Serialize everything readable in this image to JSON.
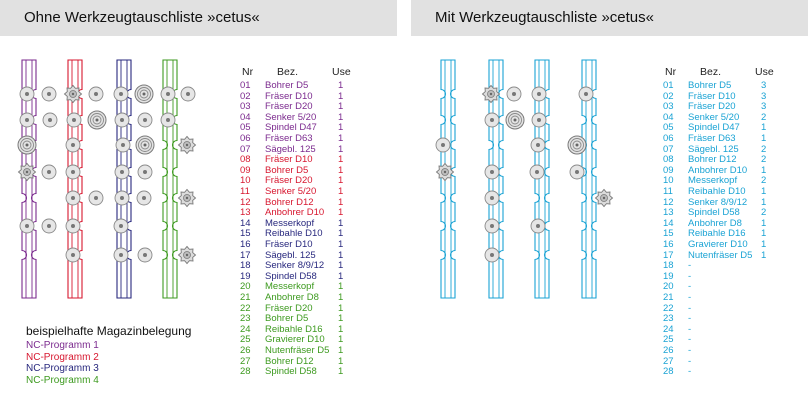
{
  "colors": {
    "purple": "#7b2a8e",
    "red": "#d7172f",
    "navy": "#28287e",
    "green": "#3d9a1f",
    "cyan": "#1aa3d4"
  },
  "left_panel": {
    "title": "Ohne Werkzeugtauschliste »cetus«",
    "table": {
      "headers": {
        "nr": "Nr",
        "bez": "Bez.",
        "use": "Use"
      },
      "rows": [
        {
          "nr": "01",
          "name": "Bohrer D5",
          "use": "1",
          "color": "purple"
        },
        {
          "nr": "02",
          "name": "Fräser D10",
          "use": "1",
          "color": "purple"
        },
        {
          "nr": "03",
          "name": "Fräser D20",
          "use": "1",
          "color": "purple"
        },
        {
          "nr": "04",
          "name": "Senker 5/20",
          "use": "1",
          "color": "purple"
        },
        {
          "nr": "05",
          "name": "Spindel D47",
          "use": "1",
          "color": "purple"
        },
        {
          "nr": "06",
          "name": "Fräser D63",
          "use": "1",
          "color": "purple"
        },
        {
          "nr": "07",
          "name": "Sägebl. 125",
          "use": "1",
          "color": "purple"
        },
        {
          "nr": "08",
          "name": "Fräser D10",
          "use": "1",
          "color": "red"
        },
        {
          "nr": "09",
          "name": "Bohrer D5",
          "use": "1",
          "color": "red"
        },
        {
          "nr": "10",
          "name": "Fräser D20",
          "use": "1",
          "color": "red"
        },
        {
          "nr": "11",
          "name": "Senker 5/20",
          "use": "1",
          "color": "red"
        },
        {
          "nr": "12",
          "name": "Bohrer D12",
          "use": "1",
          "color": "red"
        },
        {
          "nr": "13",
          "name": "Anbohrer D10",
          "use": "1",
          "color": "red"
        },
        {
          "nr": "14",
          "name": "Messerkopf",
          "use": "1",
          "color": "navy"
        },
        {
          "nr": "15",
          "name": "Reibahle D10",
          "use": "1",
          "color": "navy"
        },
        {
          "nr": "16",
          "name": "Fräser D10",
          "use": "1",
          "color": "navy"
        },
        {
          "nr": "17",
          "name": "Sägebl. 125",
          "use": "1",
          "color": "navy"
        },
        {
          "nr": "18",
          "name": "Senker 8/9/12",
          "use": "1",
          "color": "navy"
        },
        {
          "nr": "19",
          "name": "Spindel D58",
          "use": "1",
          "color": "navy"
        },
        {
          "nr": "20",
          "name": "Messerkopf",
          "use": "1",
          "color": "green"
        },
        {
          "nr": "21",
          "name": "Anbohrer D8",
          "use": "1",
          "color": "green"
        },
        {
          "nr": "22",
          "name": "Fräser D20",
          "use": "1",
          "color": "green"
        },
        {
          "nr": "23",
          "name": "Bohrer D5",
          "use": "1",
          "color": "green"
        },
        {
          "nr": "24",
          "name": "Reibahle D16",
          "use": "1",
          "color": "green"
        },
        {
          "nr": "25",
          "name": "Gravierer D10",
          "use": "1",
          "color": "green"
        },
        {
          "nr": "26",
          "name": "Nutenfräser D5",
          "use": "1",
          "color": "green"
        },
        {
          "nr": "27",
          "name": "Bohrer D12",
          "use": "1",
          "color": "green"
        },
        {
          "nr": "28",
          "name": "Spindel D58",
          "use": "1",
          "color": "green"
        }
      ]
    },
    "legend": {
      "title": "beispielhafte Magazinbelegung",
      "items": [
        {
          "label": "NC-Programm 1",
          "color": "purple"
        },
        {
          "label": "NC-Programm 2",
          "color": "red"
        },
        {
          "label": "NC-Programm 3",
          "color": "navy"
        },
        {
          "label": "NC-Programm 4",
          "color": "green"
        }
      ]
    }
  },
  "right_panel": {
    "title": "Mit Werkzeugtauschliste »cetus«",
    "table": {
      "headers": {
        "nr": "Nr",
        "bez": "Bez.",
        "use": "Use"
      },
      "rows": [
        {
          "nr": "01",
          "name": "Bohrer D5",
          "use": "3"
        },
        {
          "nr": "02",
          "name": "Fräser D10",
          "use": "3"
        },
        {
          "nr": "03",
          "name": "Fräser D20",
          "use": "3"
        },
        {
          "nr": "04",
          "name": "Senker 5/20",
          "use": "2"
        },
        {
          "nr": "05",
          "name": "Spindel D47",
          "use": "1"
        },
        {
          "nr": "06",
          "name": "Fräser D63",
          "use": "1"
        },
        {
          "nr": "07",
          "name": "Sägebl. 125",
          "use": "2"
        },
        {
          "nr": "08",
          "name": "Bohrer D12",
          "use": "2"
        },
        {
          "nr": "09",
          "name": "Anbohrer D10",
          "use": "1"
        },
        {
          "nr": "10",
          "name": "Messerkopf",
          "use": "2"
        },
        {
          "nr": "11",
          "name": "Reibahle D10",
          "use": "1"
        },
        {
          "nr": "12",
          "name": "Senker 8/9/12",
          "use": "1"
        },
        {
          "nr": "13",
          "name": "Spindel D58",
          "use": "2"
        },
        {
          "nr": "14",
          "name": "Anbohrer D8",
          "use": "1"
        },
        {
          "nr": "15",
          "name": "Reibahle D16",
          "use": "1"
        },
        {
          "nr": "16",
          "name": "Gravierer D10",
          "use": "1"
        },
        {
          "nr": "17",
          "name": "Nutenfräser D5",
          "use": "1"
        },
        {
          "nr": "18",
          "name": "-",
          "use": ""
        },
        {
          "nr": "19",
          "name": "-",
          "use": ""
        },
        {
          "nr": "20",
          "name": "-",
          "use": ""
        },
        {
          "nr": "21",
          "name": "-",
          "use": ""
        },
        {
          "nr": "22",
          "name": "-",
          "use": ""
        },
        {
          "nr": "23",
          "name": "-",
          "use": ""
        },
        {
          "nr": "24",
          "name": "-",
          "use": ""
        },
        {
          "nr": "25",
          "name": "-",
          "use": ""
        },
        {
          "nr": "26",
          "name": "-",
          "use": ""
        },
        {
          "nr": "27",
          "name": "-",
          "use": ""
        },
        {
          "nr": "28",
          "name": "-",
          "use": ""
        }
      ]
    }
  }
}
